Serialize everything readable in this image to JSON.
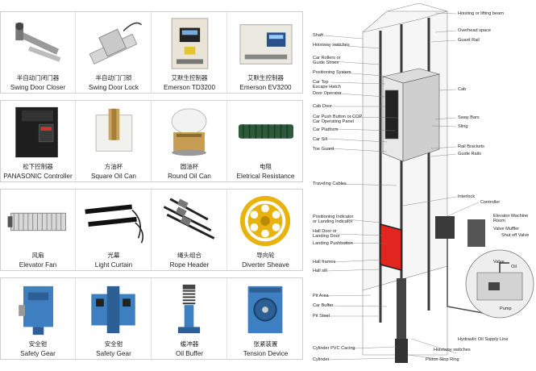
{
  "catalog": {
    "sections": [
      {
        "items": [
          {
            "cn": "半自动门闭门器",
            "en": "Swing Door Closer",
            "icon": "door-closer-icon"
          },
          {
            "cn": "半自动门门锁",
            "en": "Swing Door Lock",
            "icon": "door-lock-icon"
          },
          {
            "cn": "艾默生控制器",
            "en": "Emerson TD3200",
            "icon": "emerson-td3200-icon"
          },
          {
            "cn": "艾默生控制器",
            "en": "Emerson EV3200",
            "icon": "emerson-ev3200-icon"
          }
        ]
      },
      {
        "items": [
          {
            "cn": "松下控制器",
            "en": "PANASONIC Controller",
            "icon": "panasonic-controller-icon"
          },
          {
            "cn": "方油杯",
            "en": "Square Oil Can",
            "icon": "square-oil-can-icon"
          },
          {
            "cn": "圆油杯",
            "en": "Round Oil Can",
            "icon": "round-oil-can-icon"
          },
          {
            "cn": "电阻",
            "en": "Eletrical Resistance",
            "icon": "resistor-icon"
          }
        ]
      },
      {
        "items": [
          {
            "cn": "风扇",
            "en": "Elevator Fan",
            "icon": "elevator-fan-icon"
          },
          {
            "cn": "光幕",
            "en": "Light Curtain",
            "icon": "light-curtain-icon"
          },
          {
            "cn": "绳头组合",
            "en": "Rope Header",
            "icon": "rope-header-icon"
          },
          {
            "cn": "导向轮",
            "en": "Diverter Sheave",
            "icon": "diverter-sheave-icon"
          }
        ]
      },
      {
        "items": [
          {
            "cn": "安全钳",
            "en": "Safety  Gear",
            "icon": "safety-gear-icon"
          },
          {
            "cn": "安全钳",
            "en": "Safety Gear",
            "icon": "safety-gear-blue-icon"
          },
          {
            "cn": "缓冲器",
            "en": "Oil Buffer",
            "icon": "oil-buffer-icon"
          },
          {
            "cn": "张紧装置",
            "en": "Tension Device",
            "icon": "tension-device-icon"
          }
        ]
      }
    ],
    "colors": {
      "border": "#cfcfcf",
      "blue_part": "#3d7fc1",
      "sheave_yellow": "#e8b30c",
      "caption": "#222222"
    }
  },
  "diagram": {
    "labels_left": [
      "Shaft",
      "Hoistway switches",
      "Car Rollers or",
      "Guide Shoes",
      "Positioning System",
      "Car Top",
      "Escape Hatch",
      "Door Operator",
      "Cab Door",
      "Car Push Button or COP",
      "Car Operating Panel",
      "Car Platform",
      "Car Sill",
      "Toe Guard",
      "Traveling Cables",
      "Positioning Indicator",
      "or Landing Indicator",
      "Hall Door or",
      "Landing Door",
      "Landing Pushbutton",
      "Hall frames",
      "Hall sill",
      "Pit Area",
      "Car Buffer",
      "Pit Steel",
      "Cylinder PVC Cacing",
      "Cylinder"
    ],
    "labels_right": [
      "Hoisting or lifting beam",
      "Overhead space",
      "Guard Rail",
      "Cab",
      "Sway Bars",
      "Sling",
      "Rail Brackets",
      "Guide Rails",
      "Interlock",
      "Controller",
      "Elevator Machine",
      "Room",
      "Valve Muffler",
      "Shut off Valve",
      "Valve",
      "Oil",
      "Pump",
      "Hydraulic Oil Supply Line",
      "Hoistway switches",
      "Piston Stop Ring"
    ],
    "colors": {
      "door_red": "#e0261e",
      "rail_dark": "#3a3a3a",
      "line": "#555555"
    }
  }
}
